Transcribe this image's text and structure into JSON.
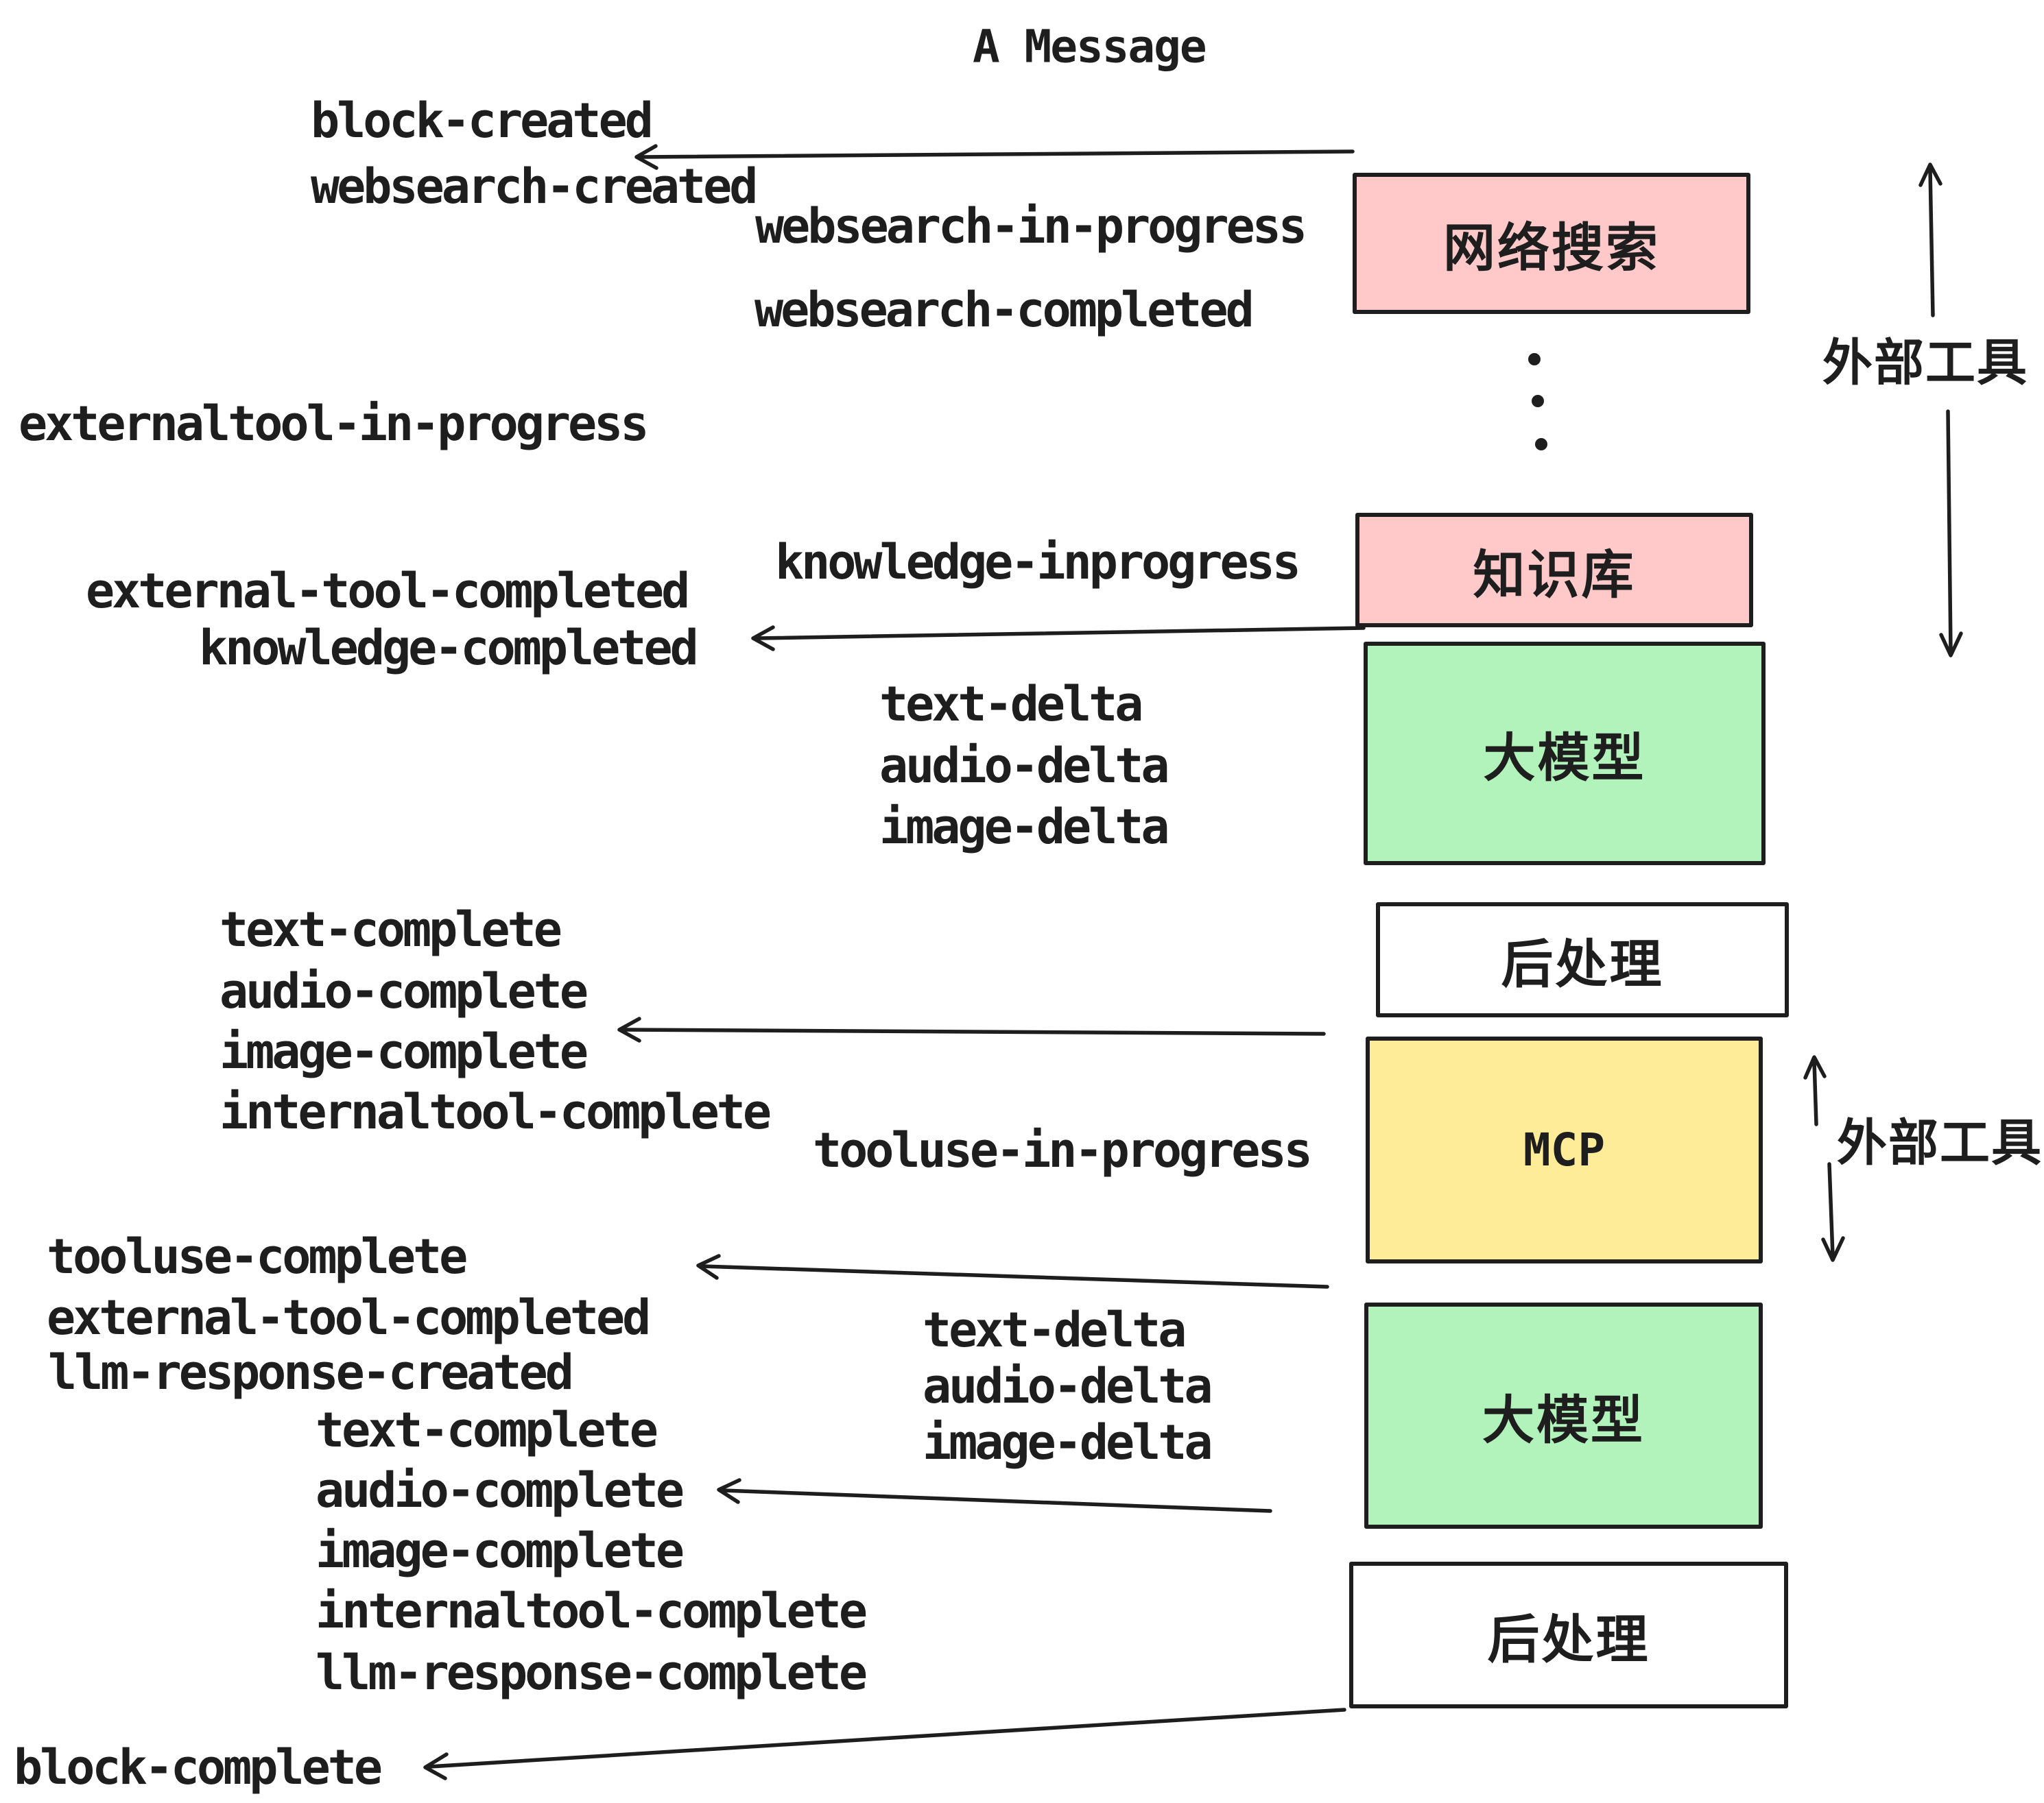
{
  "title": "A Message",
  "colors": {
    "box_pink": "#ffc9c9",
    "box_green": "#b2f2bb",
    "box_yellow": "#ffec99",
    "ink": "#1e1e1e",
    "background": "#ffffff"
  },
  "boxes": {
    "websearch": "网络搜索",
    "knowledge": "知识库",
    "llm1": "大模型",
    "post1": "后处理",
    "mcp": "MCP",
    "llm2": "大模型",
    "post2": "后处理"
  },
  "side_annotations": {
    "external_tools_top": "外部工具",
    "external_tools_mcp": "外部工具"
  },
  "events": {
    "block_created": "block-created",
    "websearch_created": "websearch-created",
    "websearch_in_progress": "websearch-in-progress",
    "websearch_completed": "websearch-completed",
    "externaltool_in_progress": "externaltool-in-progress",
    "knowledge_inprogress": "knowledge-inprogress",
    "external_tool_completed_1": "external-tool-completed",
    "knowledge_completed": "knowledge-completed",
    "text_delta_1": "text-delta",
    "audio_delta_1": "audio-delta",
    "image_delta_1": "image-delta",
    "text_complete_1": "text-complete",
    "audio_complete_1": "audio-complete",
    "image_complete_1": "image-complete",
    "internaltool_complete_1": "internaltool-complete",
    "tooluse_in_progress": "tooluse-in-progress",
    "tooluse_complete": "tooluse-complete",
    "external_tool_completed_2": "external-tool-completed",
    "llm_response_created": "llm-response-created",
    "text_complete_2": "text-complete",
    "audio_complete_2": "audio-complete",
    "image_complete_2": "image-complete",
    "internaltool_complete_2": "internaltool-complete",
    "llm_response_complete": "llm-response-complete",
    "block_complete": "block-complete"
  }
}
